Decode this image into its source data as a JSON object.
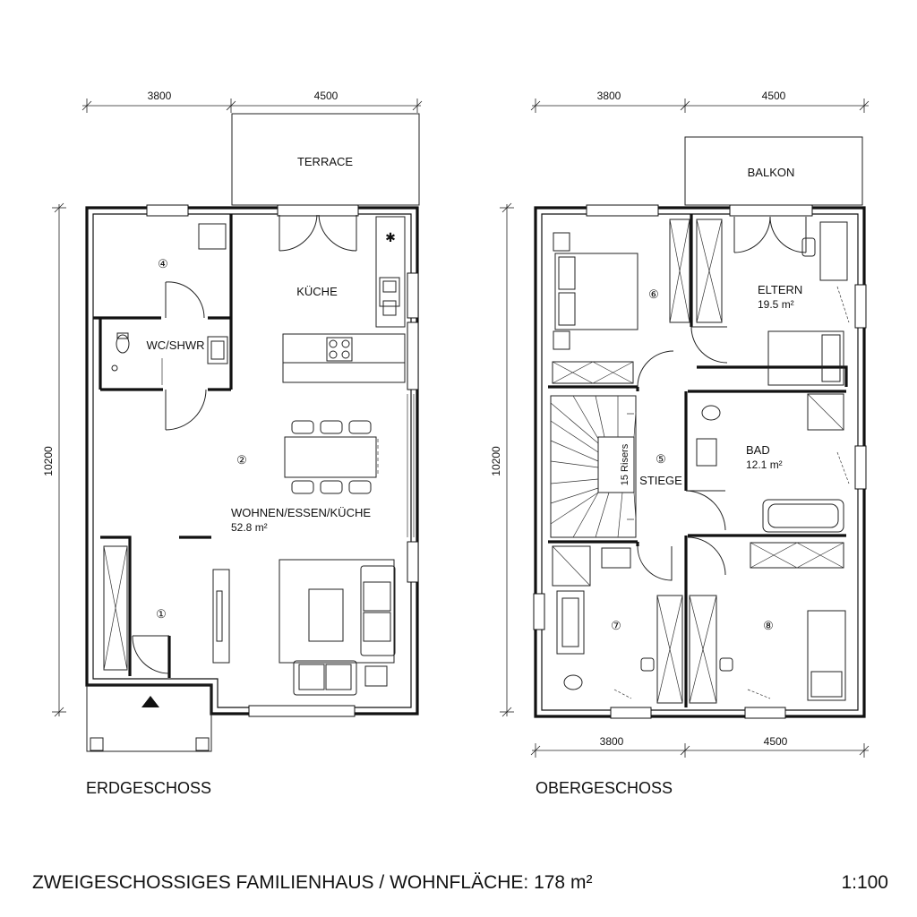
{
  "dimensions": {
    "ground_top": [
      "3800",
      "4500"
    ],
    "ground_left": "10200",
    "upper_top": [
      "3800",
      "4500"
    ],
    "upper_left": "10200",
    "upper_bottom": [
      "3800",
      "4500"
    ]
  },
  "ground_floor": {
    "name": "ERDGESCHOSS",
    "terrace": "TERRACE",
    "kitchen": "KÜCHE",
    "wc": "WC/SHWR",
    "living_name": "WOHNEN/ESSEN/KÜCHE",
    "living_area": "52.8 m²",
    "numbers": [
      "④",
      "②",
      "①"
    ]
  },
  "upper_floor": {
    "name": "OBERGESCHOSS",
    "balcony": "BALKON",
    "parents_name": "ELTERN",
    "parents_area": "19.5 m²",
    "bath_name": "BAD",
    "bath_area": "12.1 m²",
    "stairs_name": "STIEGE",
    "stairs_risers": "15 Risers",
    "numbers": [
      "⑥",
      "⑤",
      "⑦",
      "⑧"
    ]
  },
  "footer": {
    "title": "ZWEIGESCHOSSIGES FAMILIENHAUS / WOHNFLÄCHE: 178 m²",
    "scale": "1:100"
  }
}
